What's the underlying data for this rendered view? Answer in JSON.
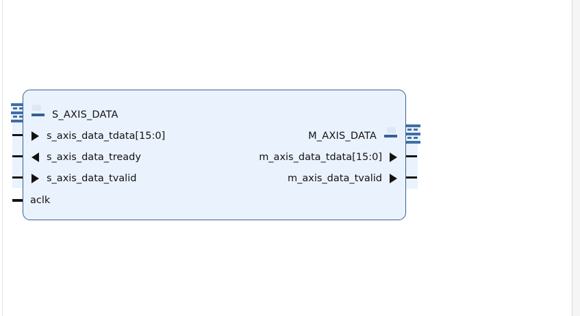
{
  "diagram": {
    "type": "ip-block-symbol",
    "block": {
      "name": "axis-ip-block",
      "background_color": "#eaf2fd",
      "border_color": "#35608f"
    },
    "left_interface": {
      "label": "S_AXIS_DATA",
      "icon": "bus-connector-icon",
      "collapse_marker": "minus",
      "ports": [
        {
          "label": "s_axis_data_tdata[15:0]",
          "direction": "input",
          "arrow": "triangle-right"
        },
        {
          "label": "s_axis_data_tready",
          "direction": "output",
          "arrow": "triangle-left"
        },
        {
          "label": "s_axis_data_tvalid",
          "direction": "input",
          "arrow": "triangle-right"
        }
      ]
    },
    "right_interface": {
      "label": "M_AXIS_DATA",
      "icon": "bus-connector-icon",
      "collapse_marker": "minus",
      "ports": [
        {
          "label": "m_axis_data_tdata[15:0]",
          "direction": "output",
          "arrow": "triangle-right"
        },
        {
          "label": "m_axis_data_tvalid",
          "direction": "output",
          "arrow": "triangle-right"
        }
      ]
    },
    "clock_ports": [
      {
        "label": "aclk",
        "direction": "input",
        "arrow": "none"
      }
    ]
  }
}
